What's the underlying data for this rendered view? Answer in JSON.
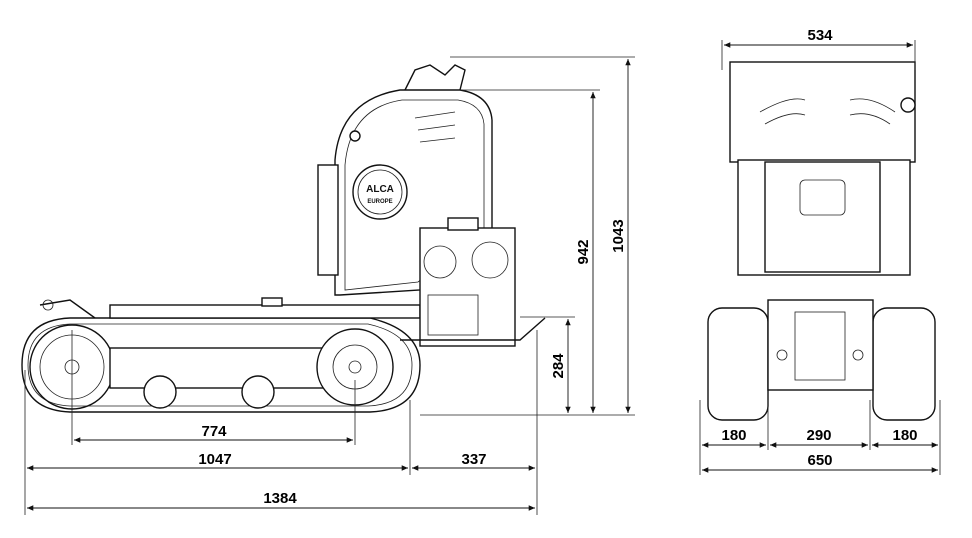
{
  "logo": {
    "line1": "ALCA",
    "line2": "EUROPE"
  },
  "side_view": {
    "dimensions": {
      "track_wheelbase": "774",
      "track_length": "1047",
      "front_overhang": "337",
      "overall_length": "1384",
      "platform_height": "284",
      "frame_height": "942",
      "overall_height": "1043"
    }
  },
  "front_view": {
    "dimensions": {
      "top_width": "534",
      "left_track": "180",
      "track_gap": "290",
      "right_track": "180",
      "overall_width": "650"
    }
  }
}
